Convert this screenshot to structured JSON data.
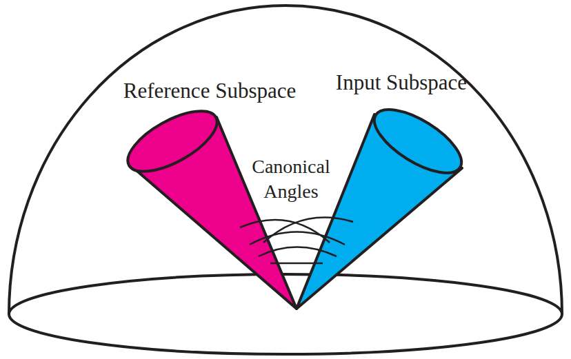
{
  "diagram": {
    "labels": [
      "Reference Subspace",
      "Input Subspace",
      "Canonical Angles"
    ]
  }
}
